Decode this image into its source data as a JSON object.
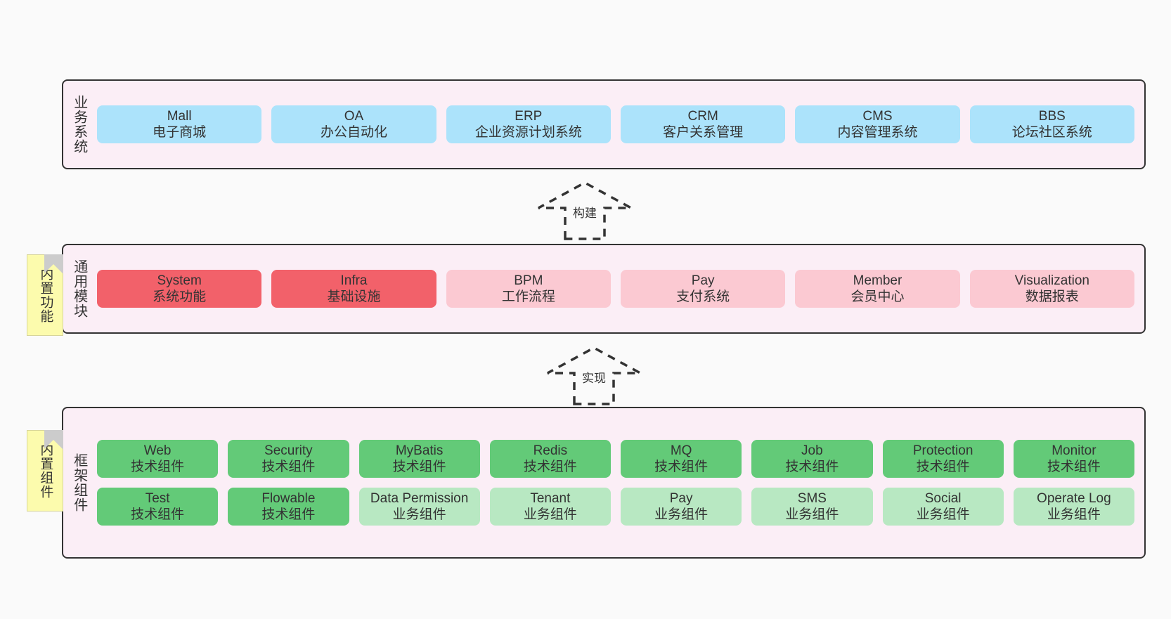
{
  "diagram": {
    "title": "ruoyi-vue-pro architecture layers",
    "background_color": "#fafafa",
    "layer_fill": "#fbeef6",
    "layer_border": "#333333"
  },
  "layers": [
    {
      "id": "business-systems",
      "title": "业务系统",
      "note": null,
      "rows": [
        {
          "tiles": [
            {
              "name": "Mall",
              "sub": "电子商城",
              "color": "#ace3fb",
              "style": "c-blue"
            },
            {
              "name": "OA",
              "sub": "办公自动化",
              "color": "#ace3fb",
              "style": "c-blue"
            },
            {
              "name": "ERP",
              "sub": "企业资源计划系统",
              "color": "#ace3fb",
              "style": "c-blue"
            },
            {
              "name": "CRM",
              "sub": "客户关系管理",
              "color": "#ace3fb",
              "style": "c-blue"
            },
            {
              "name": "CMS",
              "sub": "内容管理系统",
              "color": "#ace3fb",
              "style": "c-blue"
            },
            {
              "name": "BBS",
              "sub": "论坛社区系统",
              "color": "#ace3fb",
              "style": "c-blue"
            }
          ]
        }
      ]
    },
    {
      "id": "common-modules",
      "title": "通用模块",
      "note": "内置功能",
      "rows": [
        {
          "tiles": [
            {
              "name": "System",
              "sub": "系统功能",
              "color": "#f2616a",
              "style": "c-red"
            },
            {
              "name": "Infra",
              "sub": "基础设施",
              "color": "#f2616a",
              "style": "c-red"
            },
            {
              "name": "BPM",
              "sub": "工作流程",
              "color": "#fbc9d2",
              "style": "c-pink"
            },
            {
              "name": "Pay",
              "sub": "支付系统",
              "color": "#fbc9d2",
              "style": "c-pink"
            },
            {
              "name": "Member",
              "sub": "会员中心",
              "color": "#fbc9d2",
              "style": "c-pink"
            },
            {
              "name": "Visualization",
              "sub": "数据报表",
              "color": "#fbc9d2",
              "style": "c-pink"
            }
          ]
        }
      ]
    },
    {
      "id": "framework-components",
      "title": "框架组件",
      "note": "内置组件",
      "rows": [
        {
          "tiles": [
            {
              "name": "Web",
              "sub": "技术组件",
              "color": "#63ca78",
              "style": "c-green"
            },
            {
              "name": "Security",
              "sub": "技术组件",
              "color": "#63ca78",
              "style": "c-green"
            },
            {
              "name": "MyBatis",
              "sub": "技术组件",
              "color": "#63ca78",
              "style": "c-green"
            },
            {
              "name": "Redis",
              "sub": "技术组件",
              "color": "#63ca78",
              "style": "c-green"
            },
            {
              "name": "MQ",
              "sub": "技术组件",
              "color": "#63ca78",
              "style": "c-green"
            },
            {
              "name": "Job",
              "sub": "技术组件",
              "color": "#63ca78",
              "style": "c-green"
            },
            {
              "name": "Protection",
              "sub": "技术组件",
              "color": "#63ca78",
              "style": "c-green"
            },
            {
              "name": "Monitor",
              "sub": "技术组件",
              "color": "#63ca78",
              "style": "c-green"
            }
          ]
        },
        {
          "tiles": [
            {
              "name": "Test",
              "sub": "技术组件",
              "color": "#63ca78",
              "style": "c-green"
            },
            {
              "name": "Flowable",
              "sub": "技术组件",
              "color": "#63ca78",
              "style": "c-green"
            },
            {
              "name": "Data Permission",
              "sub": "业务组件",
              "color": "#b8e8c2",
              "style": "c-green-light"
            },
            {
              "name": "Tenant",
              "sub": "业务组件",
              "color": "#b8e8c2",
              "style": "c-green-light"
            },
            {
              "name": "Pay",
              "sub": "业务组件",
              "color": "#b8e8c2",
              "style": "c-green-light"
            },
            {
              "name": "SMS",
              "sub": "业务组件",
              "color": "#b8e8c2",
              "style": "c-green-light"
            },
            {
              "name": "Social",
              "sub": "业务组件",
              "color": "#b8e8c2",
              "style": "c-green-light"
            },
            {
              "name": "Operate Log",
              "sub": "业务组件",
              "color": "#b8e8c2",
              "style": "c-green-light"
            }
          ]
        }
      ]
    }
  ],
  "arrows": [
    {
      "id": "build-arrow",
      "label": "构建",
      "from": "common-modules",
      "to": "business-systems"
    },
    {
      "id": "implement-arrow",
      "label": "实现",
      "from": "framework-components",
      "to": "common-modules"
    }
  ]
}
